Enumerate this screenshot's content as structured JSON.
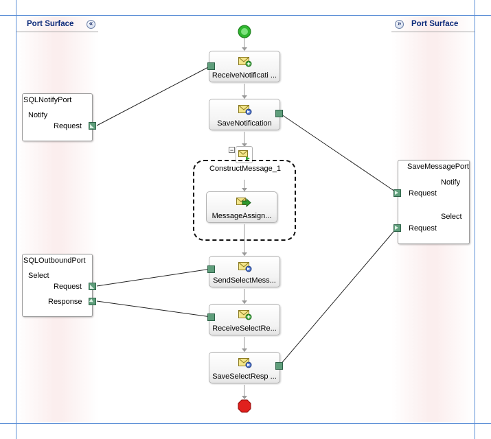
{
  "port_surface_left": {
    "title": "Port Surface",
    "collapse_glyph": "«"
  },
  "port_surface_right": {
    "title": "Port Surface",
    "collapse_glyph": "»"
  },
  "ports": {
    "sql_notify": {
      "name": "SQLNotifyPort",
      "operation": "Notify",
      "message": "Request"
    },
    "sql_outbound": {
      "name": "SQLOutboundPort",
      "operation": "Select",
      "request": "Request",
      "response": "Response"
    },
    "save_message": {
      "name": "SaveMessagePort",
      "op1": "Notify",
      "op1_message": "Request",
      "op2": "Select",
      "op2_message": "Request"
    }
  },
  "shapes": {
    "receive_notification": "ReceiveNotificati ...",
    "save_notification": "SaveNotification",
    "construct_message": "ConstructMessage_1",
    "message_assign": "MessageAssign...",
    "send_select": "SendSelectMess...",
    "receive_select": "ReceiveSelectRe...",
    "save_select": "SaveSelectResp ..."
  },
  "scope_toggle": "−",
  "icons": {
    "start": "start-icon",
    "end": "end-icon",
    "receive": "envelope-receive-icon",
    "send": "envelope-send-icon",
    "assign": "message-assign-icon",
    "construct": "construct-message-icon"
  },
  "colors": {
    "connector": "#5f9e7b",
    "start": "#2fb52f",
    "end": "#e0201d",
    "surface_tint": "#fbeeee",
    "surface_title": "#0b2a7a"
  }
}
